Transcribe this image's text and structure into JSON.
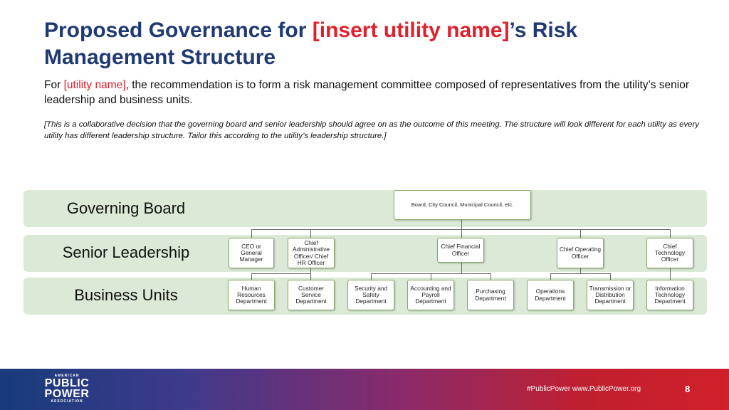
{
  "title": {
    "part1": "Proposed Governance for ",
    "highlight": "[insert utility name]",
    "part2": "’s Risk Management Structure"
  },
  "intro": {
    "prefix": "For ",
    "highlight": "[utility name]",
    "rest": ", the recommendation is to form a risk management committee composed of representatives from the utility’s senior leadership and business units."
  },
  "note": "[This is a collaborative decision that the governing board and senior leadership should agree on as the outcome of this meeting. The structure will look different for each utility as every utility has different leadership structure. Tailor this according to the utility’s leadership structure.]",
  "bands": {
    "governing": "Governing Board",
    "senior": "Senior Leadership",
    "business": "Business Units"
  },
  "board_box": "Board, City Council, Municipal Council, etc.",
  "senior_boxes": [
    "CEO or General Manager",
    "Chief Administrative Officer/ Chief HR Officer",
    "Chief Financial Officer",
    "Chief Operating Officer",
    "Chief Technology Officer"
  ],
  "business_boxes": [
    "Human Resources Department",
    "Customer Service Department",
    "Security and Safety Department",
    "Accounting and Payroll Department",
    "Purchasing Department",
    "Operations Department",
    "Transmission or Distribution Department",
    "Information Technology Department"
  ],
  "footer": {
    "logo_top": "AMERICAN",
    "logo_line1": "PUBLIC",
    "logo_line2": "POWER",
    "logo_bottom": "ASSOCIATION",
    "links": "#PublicPower  www.PublicPower.org",
    "page": "8"
  },
  "colors": {
    "title": "#1f3a73",
    "highlight": "#e0202b",
    "band": "#dbe9d6"
  }
}
